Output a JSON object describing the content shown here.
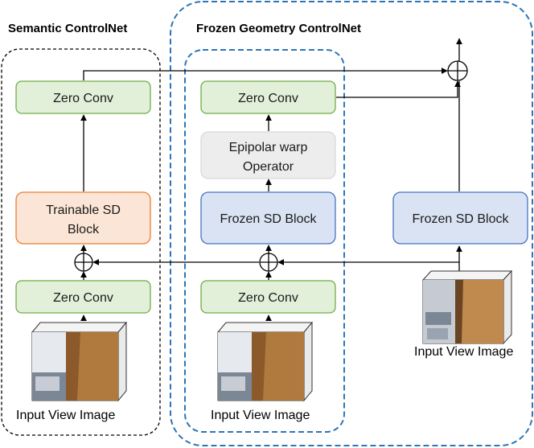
{
  "titles": {
    "semantic": "Semantic ControlNet",
    "geometry": "Frozen Geometry ControlNet"
  },
  "blocks": {
    "zero_conv_sem_top": "Zero Conv",
    "zero_conv_geo_top": "Zero Conv",
    "epipolar_line1": "Epipolar warp",
    "epipolar_line2": "Operator",
    "trainable_line1": "Trainable SD",
    "trainable_line2": "Block",
    "frozen_geo": "Frozen SD Block",
    "frozen_main": "Frozen SD Block",
    "zero_conv_sem_bottom": "Zero Conv",
    "zero_conv_geo_bottom": "Zero Conv"
  },
  "captions": {
    "sem_input": "Input View Image",
    "geo_input": "Input View Image",
    "main_input": "Input View Image"
  },
  "colors": {
    "zero_conv_fill": "#e2efd9",
    "zero_conv_stroke": "#70ad47",
    "trainable_fill": "#fbe5d6",
    "trainable_stroke": "#ed7d31",
    "frozen_fill": "#dae3f3",
    "frozen_stroke": "#4472c4",
    "epipolar_fill": "#ededed",
    "epipolar_stroke": "#d9d9d9",
    "dashed_blue": "#2e75b6",
    "dashed_black": "#000000"
  }
}
